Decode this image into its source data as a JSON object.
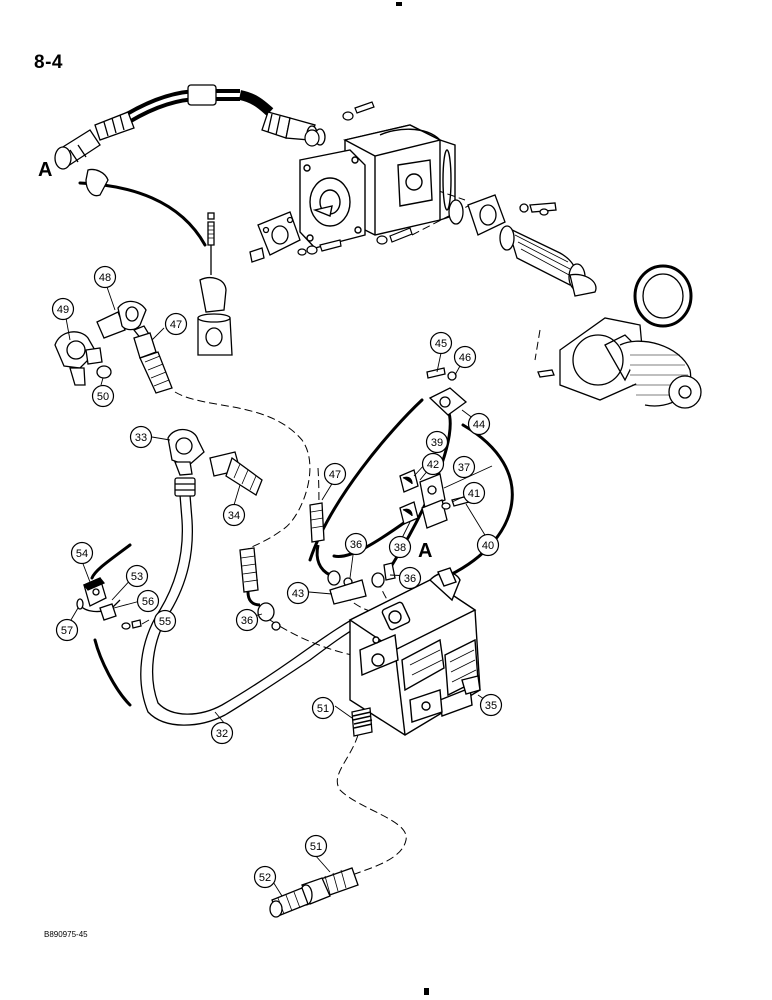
{
  "page_number": "8-4",
  "figure_code": "B890975-45",
  "connection_marker": "A",
  "callouts": [
    "32",
    "33",
    "34",
    "35",
    "36",
    "37",
    "38",
    "39",
    "40",
    "41",
    "42",
    "43",
    "44",
    "45",
    "46",
    "47",
    "48",
    "49",
    "50",
    "51",
    "52",
    "53",
    "54",
    "55",
    "56",
    "57"
  ]
}
